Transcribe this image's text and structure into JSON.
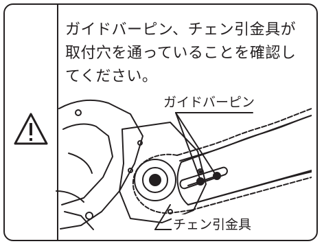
{
  "notice": {
    "lines": [
      "ガイドバーピン、チェン引金具が",
      "取付穴を通っていることを確認し",
      "てください。"
    ]
  },
  "figure": {
    "label_guide_pin": "ガイドバーピン",
    "label_chain_tensioner": "チェン引金具"
  }
}
